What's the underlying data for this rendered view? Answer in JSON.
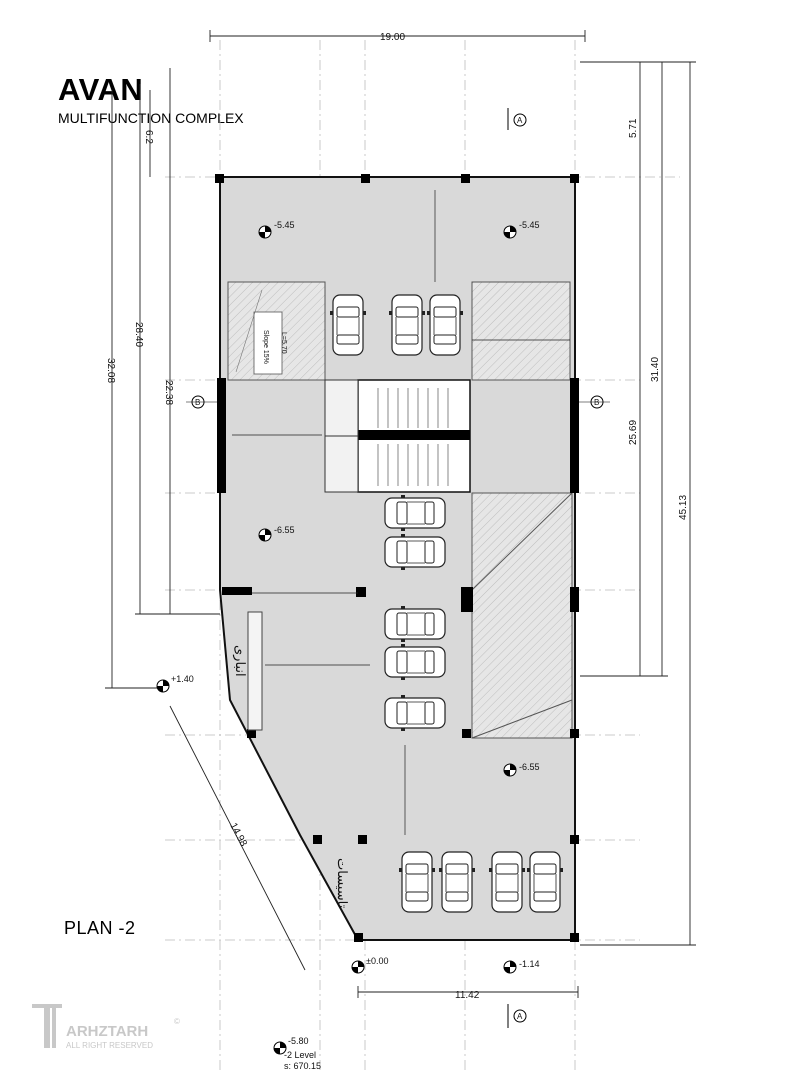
{
  "brand": {
    "title": "AVAN",
    "subtitle": "MULTIFUNCTION COMPLEX"
  },
  "plan_label": "PLAN   -2",
  "dimensions": {
    "top_width": "19.00",
    "bottom_width": "11.42",
    "diagonal": "14.98",
    "right_top": "5.71",
    "right_mid": "25.69",
    "right_outer1": "31.40",
    "right_outer2": "45.13",
    "left_a": "6.2",
    "left_b": "22.38",
    "left_c": "28.40",
    "left_d": "32.08"
  },
  "levels": {
    "nw": "-5.45",
    "ne": "-5.45",
    "mid_w": "-6.55",
    "mid_e": "-6.55",
    "entrance": "+1.40",
    "ground": "±0.00",
    "street": "-1.14",
    "bottom_ref": "-5.80",
    "level_name": "-2 Level",
    "level_area": "s: 670.15"
  },
  "axes": {
    "a": "A",
    "b": "B"
  },
  "rooms": {
    "storage": "انباری",
    "utilities": "تاسیسات"
  },
  "ramp": {
    "length": "L=5.70",
    "slope": "Slope 15%"
  },
  "watermark": {
    "name": "ARHZTARH",
    "sub": "ALL RIGHT RESERVED",
    "mark": "©"
  }
}
